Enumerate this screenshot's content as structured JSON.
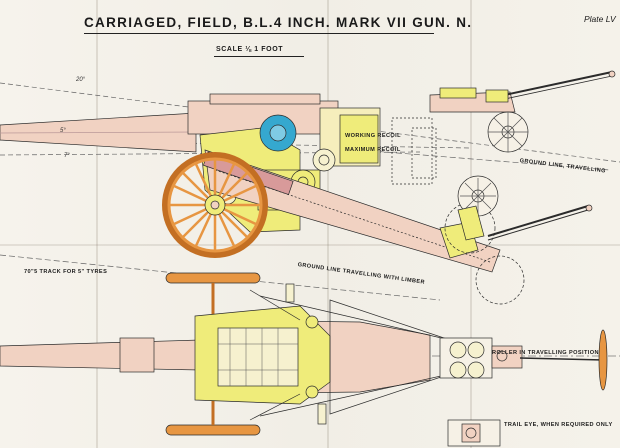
{
  "plate": {
    "title": "CARRIAGED, FIELD, B.L.4 INCH. MARK VII GUN. N.",
    "plate_number": "Plate LV",
    "scale": "SCALE ⅛   1 FOOT"
  },
  "labels": {
    "working_recoil": "WORKING RECOIL",
    "maximum_recoil": "MAXIMUM RECOIL",
    "ground_line_travelling": "GROUND LINE, TRAVELLING",
    "ground_line_limber": "GROUND LINE TRAVELLING WITH LIMBER",
    "track": "70\"5 TRACK FOR 5\" TYRES",
    "roller": "ROLLER IN TRAVELLING POSITION",
    "trail_eye": "TRAIL EYE, WHEN REQUIRED ONLY",
    "angle_20": "20°",
    "angle_5": "5°",
    "angle_7": "7°"
  },
  "colors": {
    "paper": "#f4f1ea",
    "outline": "#2b2b2b",
    "gun_pink": "#f1d2c2",
    "brass_yellow": "#efec7a",
    "wheel_orange": "#e79642",
    "steel_blue": "#35a8cf",
    "dashed_line": "#666666"
  }
}
